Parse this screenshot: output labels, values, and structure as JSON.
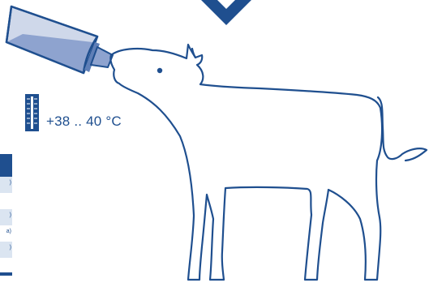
{
  "temperature": {
    "label": "+38 .. 40 °C",
    "icon": "thermometer-icon"
  },
  "arrow": {
    "icon": "arrow-down-icon"
  },
  "bottle": {
    "icon": "feeding-bottle-icon"
  },
  "calf": {
    "icon": "calf-illustration"
  },
  "side_table": {
    "rows": [
      ")",
      "",
      ")",
      "a)",
      ")"
    ]
  },
  "colors": {
    "primary": "#1f4f8f",
    "bottle_fill": "#8ea3cf",
    "bottle_glass": "#cfd8ea",
    "table_stripe": "#dbe5f1"
  }
}
